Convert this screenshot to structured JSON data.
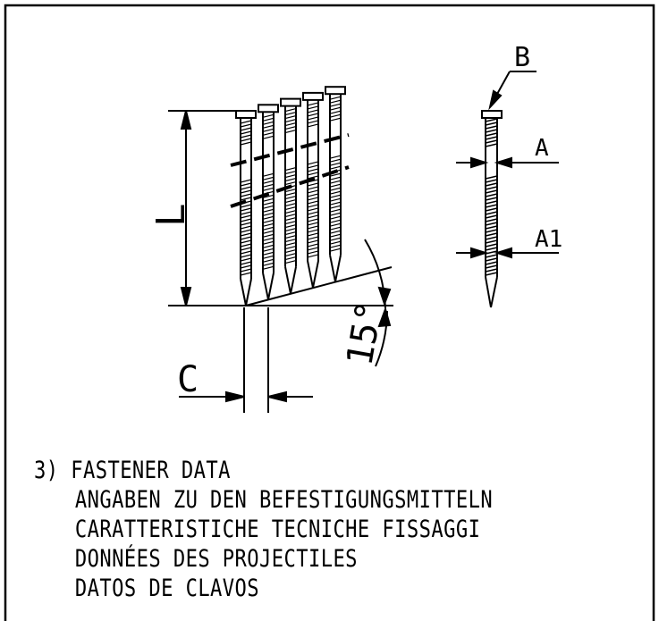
{
  "labels": {
    "length": "L",
    "head": "B",
    "shank_diameter": "A",
    "thread_diameter": "A1",
    "offset": "C",
    "angle": "15°"
  },
  "caption": {
    "number": "3)",
    "lines": [
      "FASTENER DATA",
      "ANGABEN ZU DEN BEFESTIGUNGSMITTELN",
      "CARATTERISTICHE TECNICHE FISSAGGI",
      "DONNÉES DES PROJECTILES",
      "DATOS DE CLAVOS"
    ]
  }
}
